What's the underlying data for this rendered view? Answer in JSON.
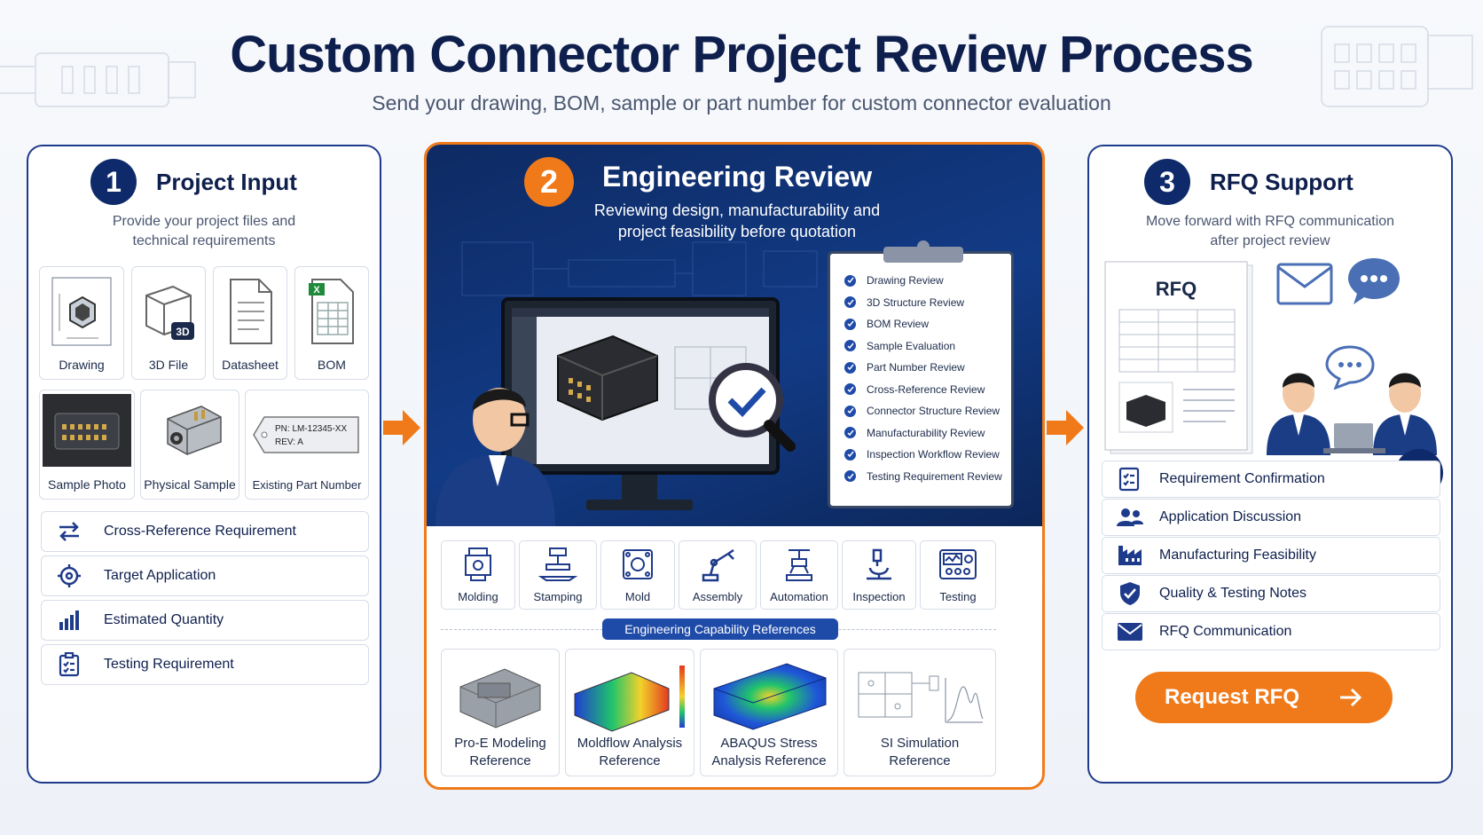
{
  "header": {
    "title": "Custom Connector Project Review Process",
    "subtitle": "Send your drawing, BOM, sample or part number for custom connector evaluation"
  },
  "step1": {
    "number": "1",
    "title": "Project Input",
    "desc_line1": "Provide your project files and",
    "desc_line2": "technical requirements",
    "files": [
      {
        "label": "Drawing",
        "icon": "drawing-icon"
      },
      {
        "label": "3D File",
        "icon": "3d-file-icon",
        "badge": "3D"
      },
      {
        "label": "Datasheet",
        "icon": "datasheet-icon"
      },
      {
        "label": "BOM",
        "icon": "bom-icon",
        "badge": "X"
      }
    ],
    "samples": [
      {
        "label": "Sample Photo",
        "icon": "sample-photo-icon"
      },
      {
        "label": "Physical Sample",
        "icon": "physical-sample-icon"
      },
      {
        "label": "Existing Part Number",
        "icon": "part-tag-icon",
        "tag_line1": "PN: LM-12345-XX",
        "tag_line2": "REV: A"
      }
    ],
    "requirements": [
      {
        "label": "Cross-Reference Requirement",
        "icon": "swap-arrows-icon"
      },
      {
        "label": "Target Application",
        "icon": "target-icon"
      },
      {
        "label": "Estimated Quantity",
        "icon": "bar-chart-icon"
      },
      {
        "label": "Testing Requirement",
        "icon": "clipboard-icon"
      }
    ]
  },
  "step2": {
    "number": "2",
    "title": "Engineering Review",
    "desc_line1": "Reviewing design, manufacturability and",
    "desc_line2": "project feasibility before quotation",
    "checklist": [
      "Drawing Review",
      "3D Structure Review",
      "BOM Review",
      "Sample Evaluation",
      "Part Number Review",
      "Cross-Reference Review",
      "Connector Structure Review",
      "Manufacturability Review",
      "Inspection Workflow Review",
      "Testing Requirement Review"
    ],
    "capabilities": [
      {
        "label": "Molding",
        "icon": "molding-icon"
      },
      {
        "label": "Stamping",
        "icon": "stamping-icon"
      },
      {
        "label": "Mold",
        "icon": "mold-icon"
      },
      {
        "label": "Assembly",
        "icon": "robot-arm-icon"
      },
      {
        "label": "Automation",
        "icon": "automation-icon"
      },
      {
        "label": "Inspection",
        "icon": "microscope-icon"
      },
      {
        "label": "Testing",
        "icon": "test-device-icon"
      }
    ],
    "references_label": "Engineering Capability References",
    "references": [
      {
        "line1": "Pro-E Modeling",
        "line2": "Reference"
      },
      {
        "line1": "Moldflow Analysis",
        "line2": "Reference"
      },
      {
        "line1": "ABAQUS Stress",
        "line2": "Analysis Reference"
      },
      {
        "line1": "SI Simulation",
        "line2": "Reference"
      }
    ]
  },
  "step3": {
    "number": "3",
    "title": "RFQ Support",
    "desc_line1": "Move forward with RFQ communication",
    "desc_line2": "after project review",
    "doc_title": "RFQ",
    "items": [
      {
        "label": "Requirement Confirmation",
        "icon": "checklist-icon"
      },
      {
        "label": "Application Discussion",
        "icon": "people-icon"
      },
      {
        "label": "Manufacturing Feasibility",
        "icon": "factory-icon"
      },
      {
        "label": "Quality & Testing Notes",
        "icon": "shield-check-icon"
      },
      {
        "label": "RFQ Communication",
        "icon": "envelope-icon"
      }
    ],
    "cta": "Request RFQ"
  },
  "colors": {
    "navy": "#0e1f4d",
    "accent_orange": "#f07a1a",
    "accent_blue": "#1e4aa8"
  }
}
